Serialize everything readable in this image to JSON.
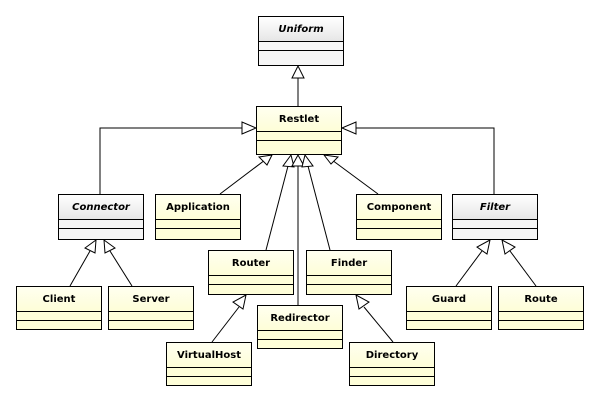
{
  "diagram": {
    "classes": {
      "uniform": "Uniform",
      "restlet": "Restlet",
      "connector": "Connector",
      "application": "Application",
      "component": "Component",
      "filter": "Filter",
      "router": "Router",
      "finder": "Finder",
      "redirector": "Redirector",
      "client": "Client",
      "server": "Server",
      "guard": "Guard",
      "route": "Route",
      "virtualhost": "VirtualHost",
      "directory": "Directory"
    },
    "colors": {
      "concrete_fill": "#fefed8",
      "abstract_fill": "#f6f6f6",
      "line": "#000000"
    }
  }
}
